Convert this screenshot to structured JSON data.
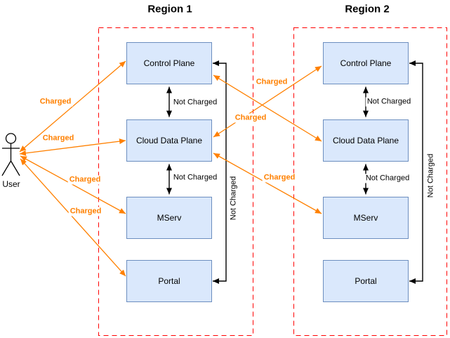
{
  "regions": [
    {
      "title": "Region 1",
      "boxes": [
        {
          "label": "Control Plane"
        },
        {
          "label": "Cloud Data Plane"
        },
        {
          "label": "MServ"
        },
        {
          "label": "Portal"
        }
      ]
    },
    {
      "title": "Region 2",
      "boxes": [
        {
          "label": "Control Plane"
        },
        {
          "label": "Cloud Data Plane"
        },
        {
          "label": "MServ"
        },
        {
          "label": "Portal"
        }
      ]
    }
  ],
  "actor": {
    "label": "User"
  },
  "edges": [
    {
      "from": "User",
      "to": "Region 1 Control Plane",
      "label": "Charged",
      "bidirectional": true,
      "color": "#ff8000"
    },
    {
      "from": "User",
      "to": "Region 1 Cloud Data Plane",
      "label": "Charged",
      "bidirectional": true,
      "color": "#ff8000"
    },
    {
      "from": "User",
      "to": "Region 1 MServ",
      "label": "Charged",
      "bidirectional": true,
      "color": "#ff8000"
    },
    {
      "from": "User",
      "to": "Region 1 Portal",
      "label": "Charged",
      "bidirectional": true,
      "color": "#ff8000"
    },
    {
      "from": "Region 1 Control Plane",
      "to": "Region 2 Cloud Data Plane",
      "label": "Charged",
      "bidirectional": true,
      "color": "#ff8000"
    },
    {
      "from": "Region 1 Cloud Data Plane",
      "to": "Region 2 Control Plane",
      "label": "Charged",
      "bidirectional": true,
      "color": "#ff8000"
    },
    {
      "from": "Region 1 Cloud Data Plane",
      "to": "Region 2 MServ",
      "label": "Charged",
      "bidirectional": true,
      "color": "#ff8000"
    },
    {
      "from": "Region 1 Control Plane",
      "to": "Region 1 Cloud Data Plane",
      "label": "Not Charged",
      "bidirectional": true,
      "color": "#000000"
    },
    {
      "from": "Region 1 Cloud Data Plane",
      "to": "Region 1 MServ",
      "label": "Not Charged",
      "bidirectional": true,
      "color": "#000000"
    },
    {
      "from": "Region 1 Control Plane",
      "to": "Region 1 Portal",
      "label": "Not Charged",
      "bidirectional": true,
      "color": "#000000"
    },
    {
      "from": "Region 2 Control Plane",
      "to": "Region 2 Cloud Data Plane",
      "label": "Not Charged",
      "bidirectional": true,
      "color": "#000000"
    },
    {
      "from": "Region 2 Cloud Data Plane",
      "to": "Region 2 MServ",
      "label": "Not Charged",
      "bidirectional": true,
      "color": "#000000"
    },
    {
      "from": "Region 2 Control Plane",
      "to": "Region 2 Portal",
      "label": "Not Charged",
      "bidirectional": true,
      "color": "#000000"
    }
  ],
  "colors": {
    "box_fill": "#dae8fc",
    "box_border": "#6c8ebf",
    "region_border": "#ff0000",
    "charged_accent": "#ff8000",
    "arrow_black": "#000000",
    "background": "#ffffff"
  }
}
